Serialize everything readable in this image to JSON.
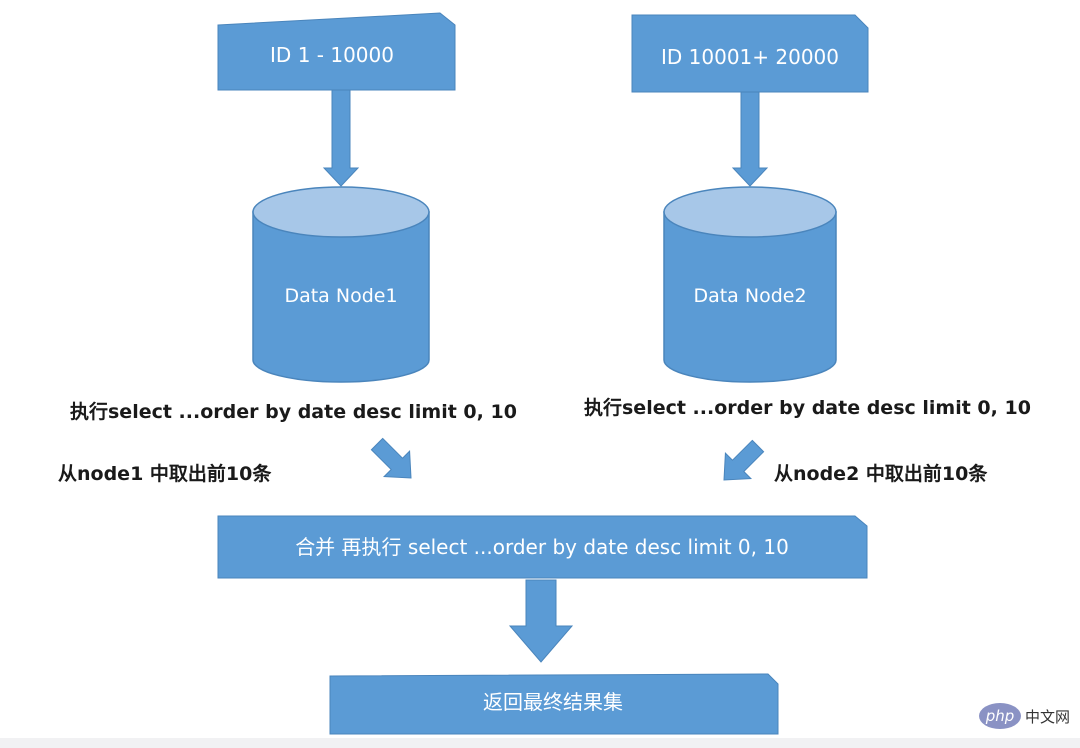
{
  "colors": {
    "box_fill": "#5b9bd5",
    "box_stroke": "#4a85bc",
    "cylinder_top": "#a7c7e8",
    "arrow_fill": "#5b9bd5",
    "label_text": "#1a1a1a"
  },
  "source_boxes": {
    "left": "ID  1 - 10000",
    "right": "ID  10001+ 20000"
  },
  "data_nodes": {
    "node1": "Data Node1",
    "node2": "Data Node2"
  },
  "query_labels": {
    "left": "执行select ...order by date desc limit 0, 10",
    "right": "执行select ...order by date desc limit 0, 10"
  },
  "take_labels": {
    "left": "从node1 中取出前10条",
    "right": "从node2 中取出前10条"
  },
  "merge_box": "合并  再执行 select ...order by date desc limit 0, 10",
  "result_box": "返回最终结果集",
  "watermark": {
    "logo": "php",
    "site": "中文网"
  }
}
